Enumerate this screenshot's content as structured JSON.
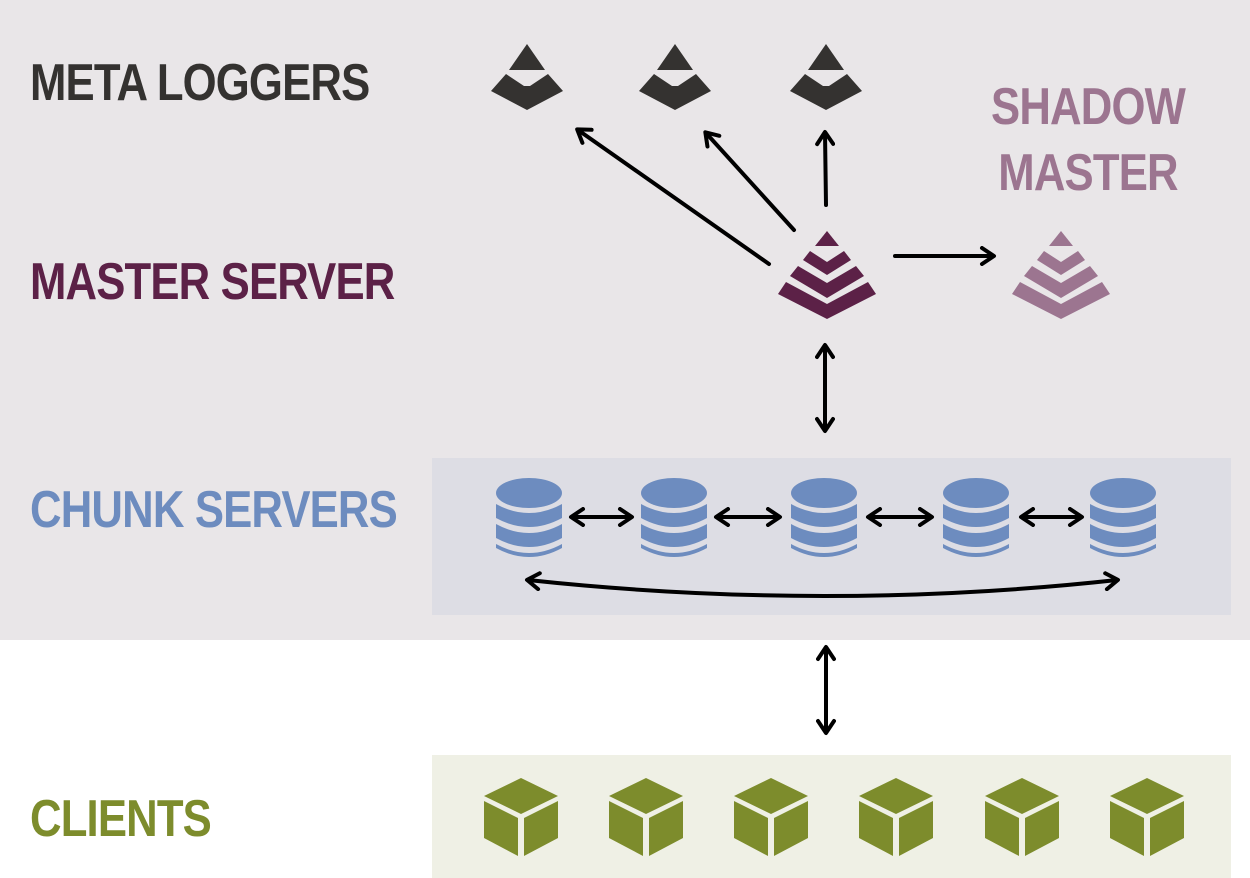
{
  "labels": {
    "meta_loggers": "META LOGGERS",
    "master_server": "MASTER SERVER",
    "shadow_master_line1": "SHADOW",
    "shadow_master_line2": "MASTER",
    "chunk_servers": "CHUNK SERVERS",
    "clients": "CLIENTS"
  },
  "colors": {
    "meta_logger": "#343230",
    "master_server": "#5c2147",
    "shadow_master": "#9c7590",
    "chunk_server": "#6d8cbf",
    "client": "#7d8c2c",
    "arrow": "#000000"
  },
  "icons": {
    "meta_logger": "pyramid-icon",
    "master_server": "pyramid-icon",
    "shadow_master": "pyramid-icon",
    "chunk_server": "database-icon",
    "client": "cube-icon"
  },
  "counts": {
    "meta_loggers": 3,
    "chunk_servers": 5,
    "clients": 6
  }
}
